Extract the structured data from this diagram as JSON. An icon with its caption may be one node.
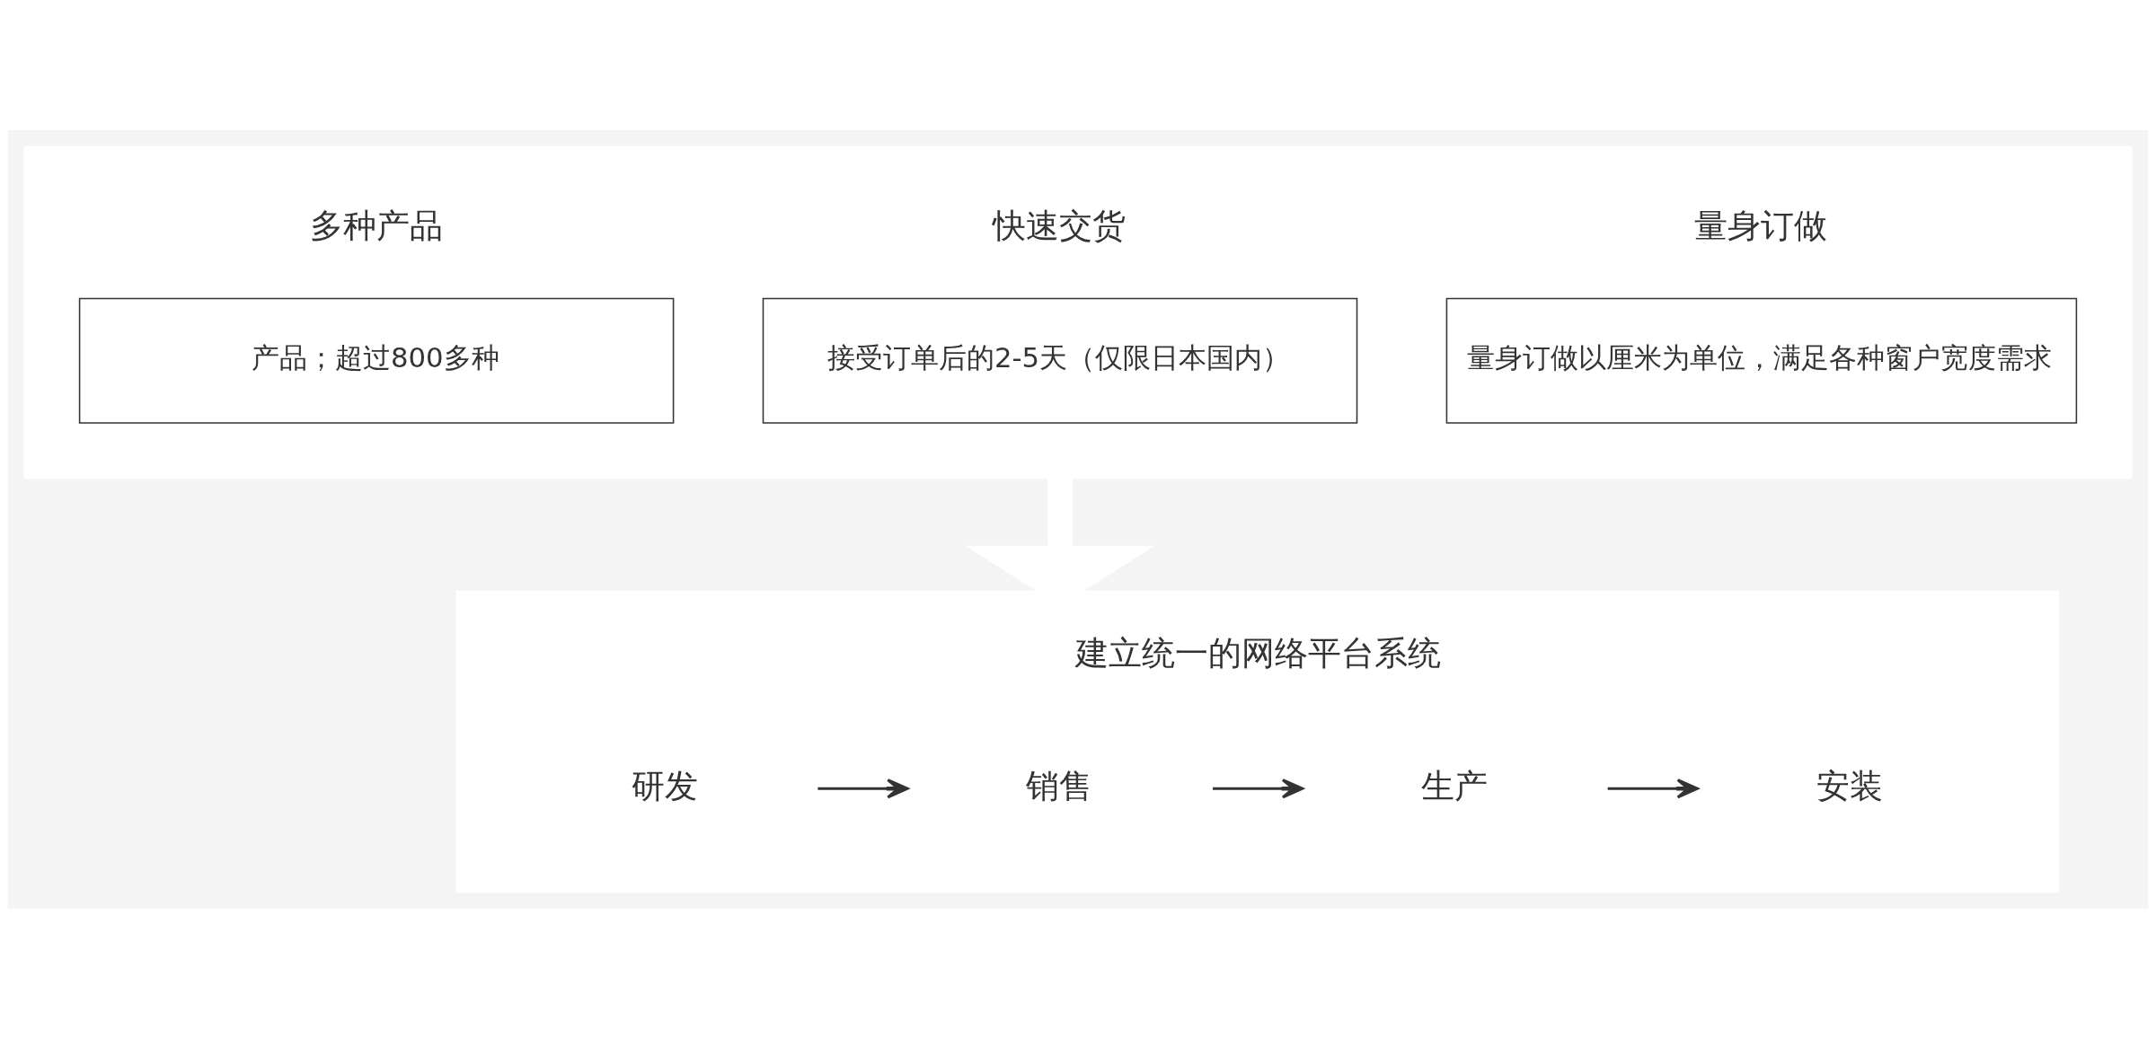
{
  "diagram": {
    "nodes": [
      {
        "text": [],
        "shape": "box"
      },
      {
        "text": [
          "多种产品",
          "产品；超过800多种"
        ],
        "in": 0
      },
      {
        "text": [
          "快速交货",
          "接受订单后的2-5天（仅限日本国内）"
        ],
        "in": 0
      },
      {
        "text": [
          "量身订做",
          "量身订做以厘米为单位，满足各种窗户宽度需求"
        ],
        "in": 0
      },
      {
        "text": [
          "建立统一的网络平台系统"
        ]
      },
      {
        "text": [
          "研发"
        ],
        "in": 4
      },
      {
        "text": [
          "销售"
        ],
        "in": 4
      },
      {
        "text": [
          "生产"
        ],
        "in": 4
      },
      {
        "text": [
          "安装"
        ],
        "in": 4
      }
    ],
    "edges": [
      {
        "from": 0,
        "to": 4,
        "arrow": "to",
        "style": "thick",
        "color": "#ffffff"
      },
      {
        "from": 5,
        "to": 6,
        "arrow": "to"
      },
      {
        "from": 6,
        "to": 7,
        "arrow": "to"
      },
      {
        "from": 7,
        "to": 8,
        "arrow": "to"
      }
    ]
  }
}
